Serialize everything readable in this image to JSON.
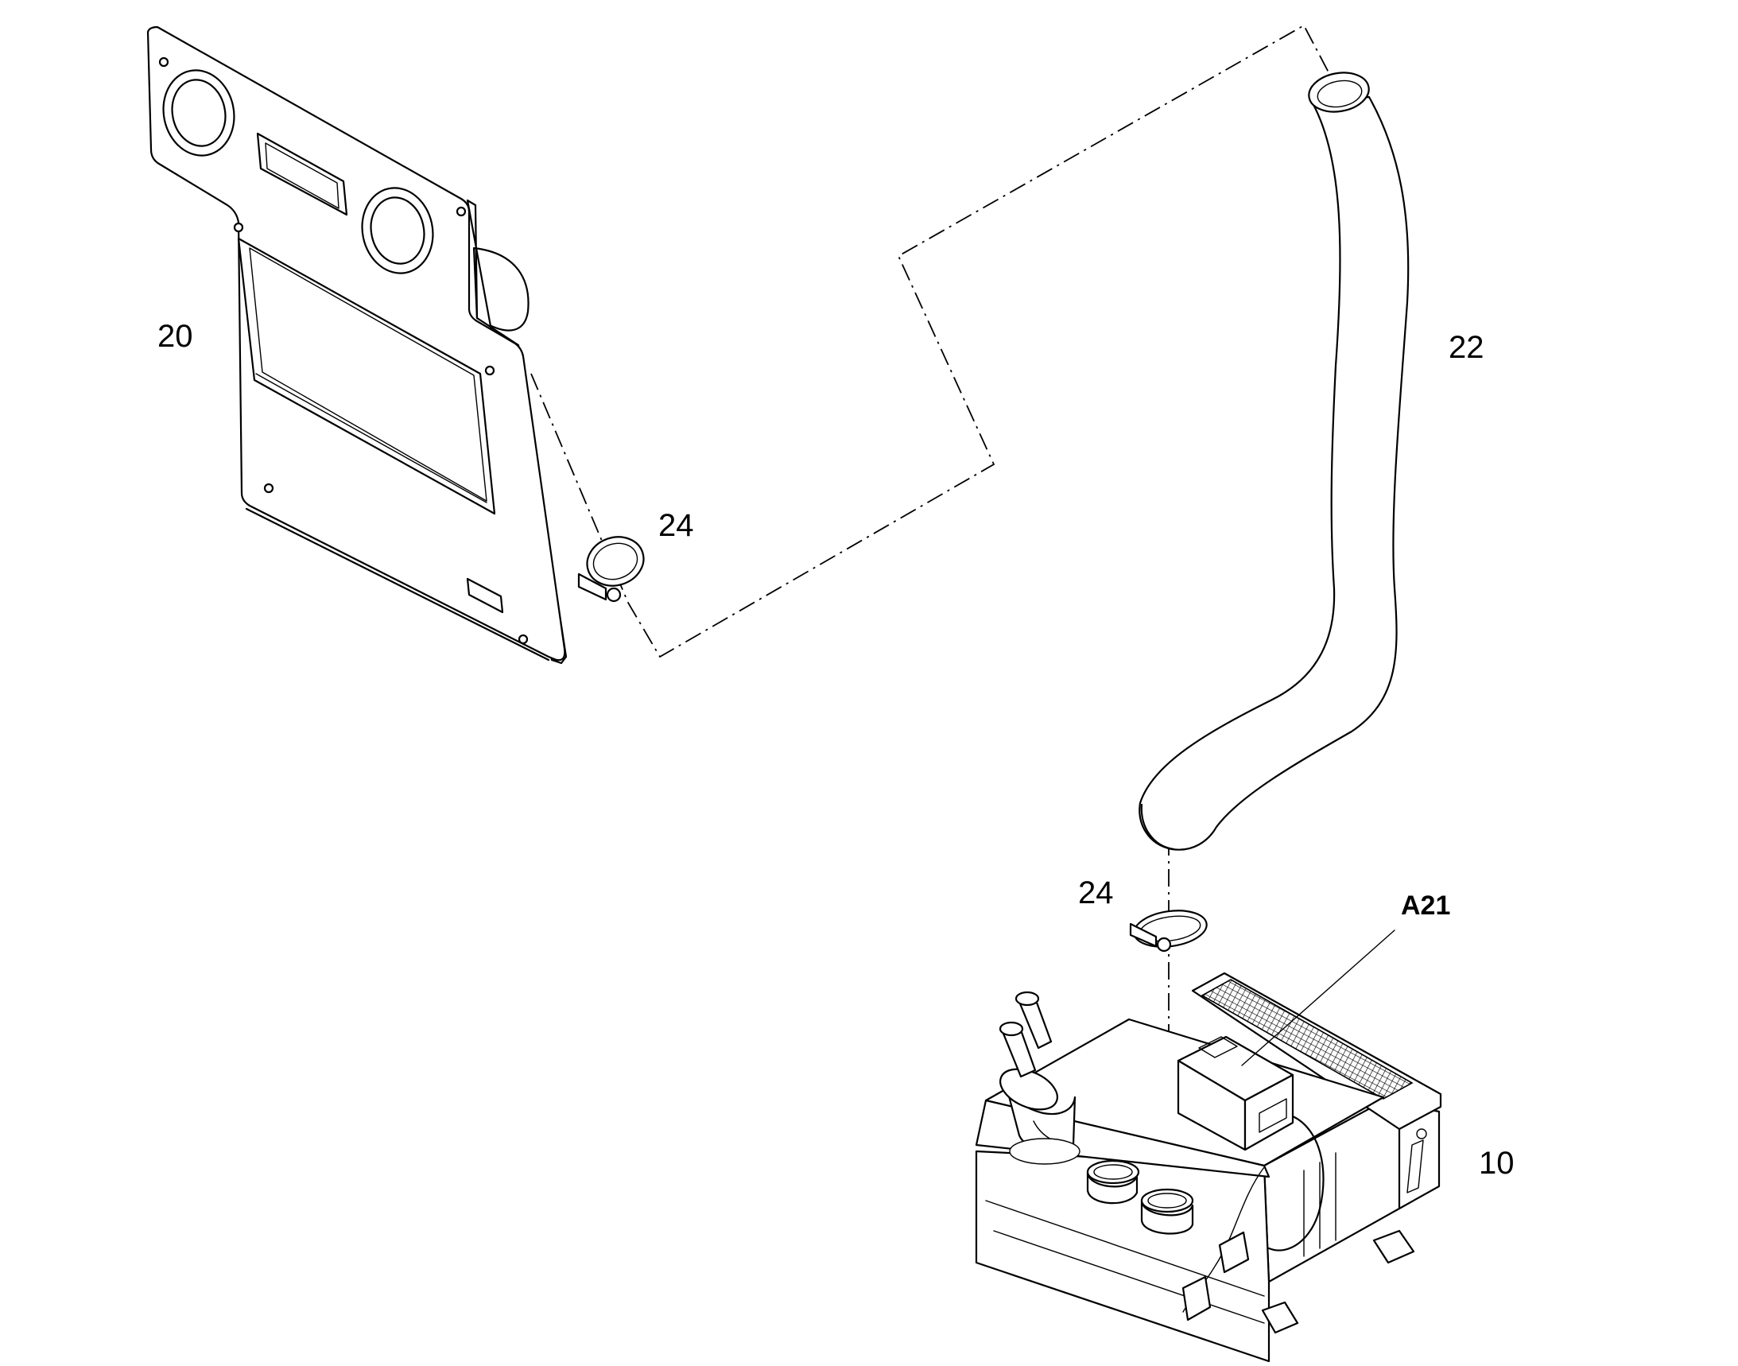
{
  "diagram": {
    "part_labels": {
      "panel": "20",
      "hose": "22",
      "clamp_upper": "24",
      "clamp_lower": "24",
      "module_callout": "A21",
      "heater_unit": "10"
    },
    "parts": [
      {
        "id": "20",
        "name": "panel"
      },
      {
        "id": "22",
        "name": "hose"
      },
      {
        "id": "24",
        "name": "hose clamp"
      },
      {
        "id": "A21",
        "name": "module"
      },
      {
        "id": "10",
        "name": "heater unit"
      }
    ],
    "connectors": [
      {
        "from": "24",
        "to": "22",
        "style": "dash-dot"
      },
      {
        "from": "22",
        "to": "10",
        "style": "dash-dot"
      }
    ]
  }
}
